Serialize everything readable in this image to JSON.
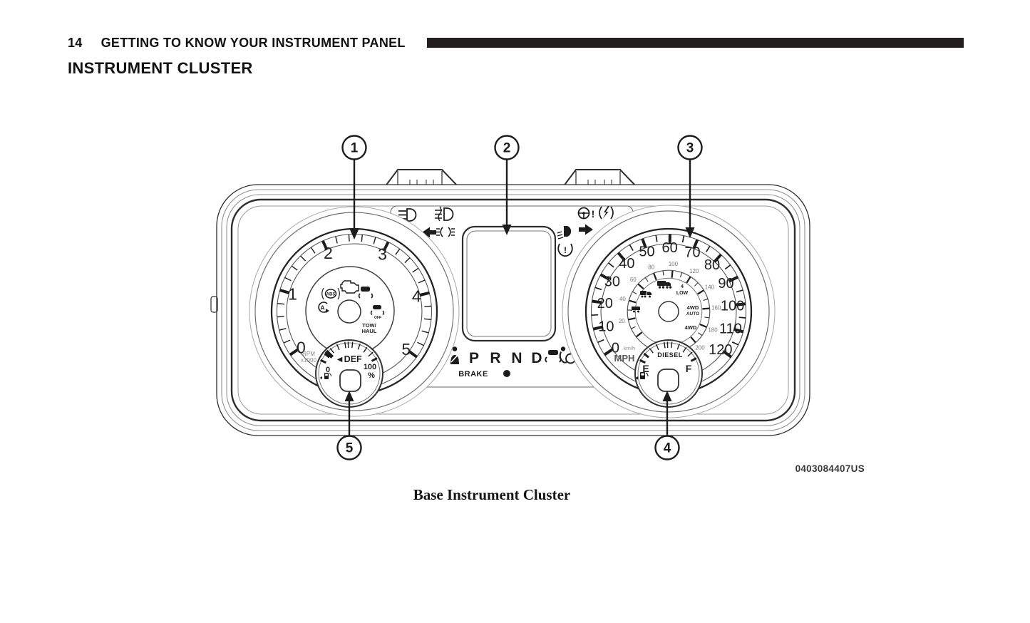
{
  "header": {
    "page_number": "14",
    "chapter_title": "GETTING TO KNOW YOUR INSTRUMENT PANEL",
    "section_title": "INSTRUMENT CLUSTER"
  },
  "figure": {
    "caption": "Base Instrument Cluster",
    "code": "0403084407US",
    "callout_labels": [
      "1",
      "2",
      "3",
      "4",
      "5"
    ]
  },
  "cluster": {
    "tachometer": {
      "numbers": [
        "0",
        "1",
        "2",
        "3",
        "4",
        "5"
      ],
      "unit_lines": [
        "RPM",
        "x1000"
      ],
      "abs_label": "ABS",
      "auto_stop_label": "A",
      "esc_off_label": "OFF",
      "tow_haul_lines": [
        "TOW/",
        "HAUL"
      ],
      "icons": [
        "check-engine-icon",
        "abs-warning-icon",
        "esc-indicator-icon",
        "esc-off-icon",
        "auto-stop-start-icon"
      ]
    },
    "def_gauge": {
      "label_display": "◄DEF",
      "min_label": "0",
      "max_label": "100",
      "percent_label": "%"
    },
    "speedometer": {
      "mph_numbers": [
        "0",
        "10",
        "20",
        "30",
        "40",
        "50",
        "60",
        "70",
        "80",
        "90",
        "100",
        "110",
        "120"
      ],
      "kmh_numbers": [
        "20",
        "40",
        "60",
        "80",
        "100",
        "120",
        "140",
        "160",
        "180",
        "200"
      ],
      "unit_primary": "MPH",
      "unit_secondary": "km/h",
      "low_range_lines": [
        "4",
        "LOW"
      ],
      "four_wd_auto_lines": [
        "4WD",
        "AUTO"
      ],
      "four_wd_label": "4WD",
      "icons": [
        "tractor-trailer-icon",
        "truck-trailer-icon",
        "truck-icon"
      ]
    },
    "fuel_gauge": {
      "label": "DIESEL",
      "empty_label": "E",
      "full_label": "F"
    },
    "display": {
      "gear_letters": [
        "P",
        "R",
        "N",
        "D"
      ],
      "brake_label": "BRAKE",
      "tpms_mark": "!",
      "steering_warn_mark": "!",
      "top_left_icons": [
        "high-beam-icon",
        "fog-light-icon",
        "turn-left-icon",
        "park-lamp-icon"
      ],
      "top_right_icons": [
        "steering-warning-icon",
        "electronic-throttle-icon",
        "headlamp-level-icon",
        "turn-right-icon",
        "tpms-icon"
      ],
      "bottom_icons": [
        "seat-belt-icon",
        "esc-off-icon",
        "airbag-icon"
      ]
    }
  },
  "colors": {
    "ink": "#1c1c1c",
    "line": "#2d2d2d",
    "line_light": "#8f8f8f",
    "header_bar": "#231f20",
    "background": "#ffffff"
  }
}
